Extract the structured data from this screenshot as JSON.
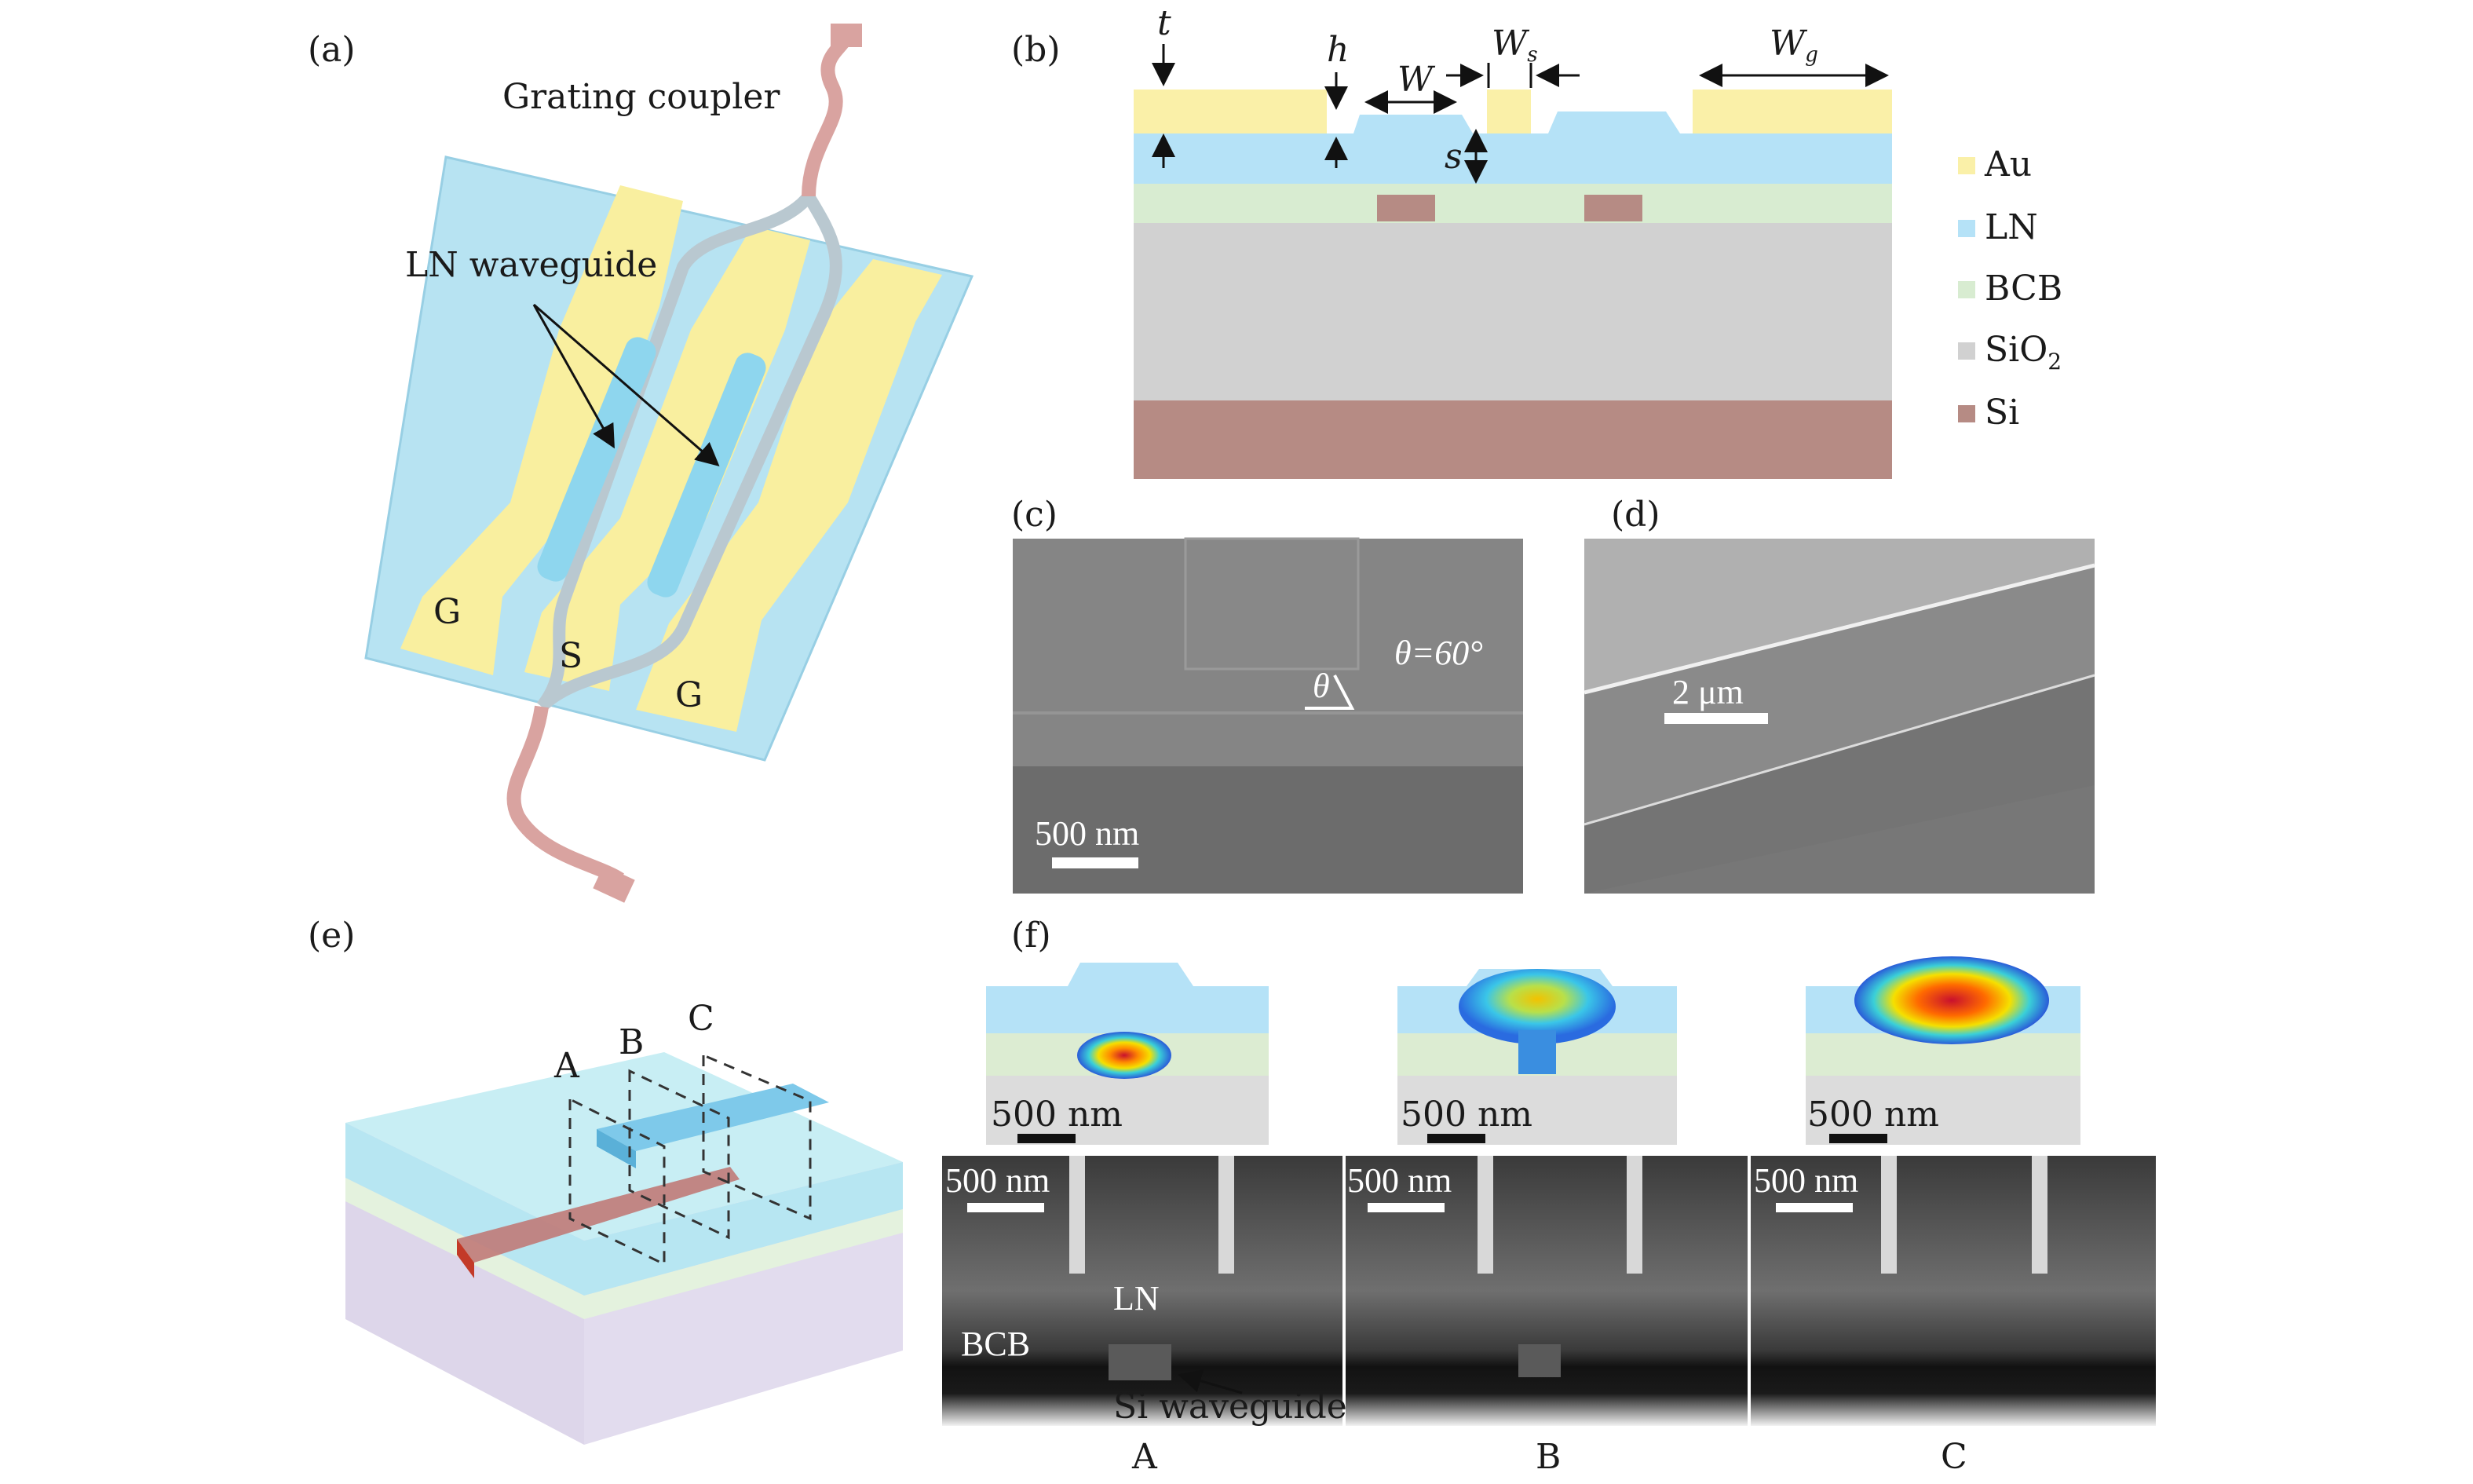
{
  "panels": {
    "a": "(a)",
    "b": "(b)",
    "c": "(c)",
    "d": "(d)",
    "e": "(e)",
    "f": "(f)"
  },
  "panel_a": {
    "grating_coupler": "Grating coupler",
    "ln_waveguide": "LN waveguide",
    "electrode_left": "G",
    "electrode_signal": "S",
    "electrode_right": "G"
  },
  "panel_b": {
    "t": "t",
    "h": "h",
    "W": "W",
    "Ws_main": "W",
    "Ws_sub": "s",
    "Wg_main": "W",
    "Wg_sub": "g",
    "s": "s",
    "legend": [
      {
        "label": "Au",
        "color": "#faf0a8"
      },
      {
        "label": "LN",
        "color": "#b5e2f7"
      },
      {
        "label": "BCB",
        "color": "#d9ecd2"
      },
      {
        "label": "SiO",
        "sub": "2",
        "color": "#d1d1d1"
      },
      {
        "label": "Si",
        "color": "#b48a84"
      }
    ]
  },
  "panel_c": {
    "theta": "θ",
    "theta_value": "θ=60°",
    "scale": "500 nm"
  },
  "panel_d": {
    "scale": "2 μm"
  },
  "panel_e": {
    "A": "A",
    "B": "B",
    "C": "C"
  },
  "panel_f": {
    "scales_top": [
      "500 nm",
      "500 nm",
      "500 nm"
    ],
    "scales_sem": [
      "500 nm",
      "500 nm",
      "500 nm"
    ],
    "ln": "LN",
    "bcb": "BCB",
    "si_waveguide": "Si waveguide",
    "bottom_labels": [
      "A",
      "B",
      "C"
    ]
  }
}
